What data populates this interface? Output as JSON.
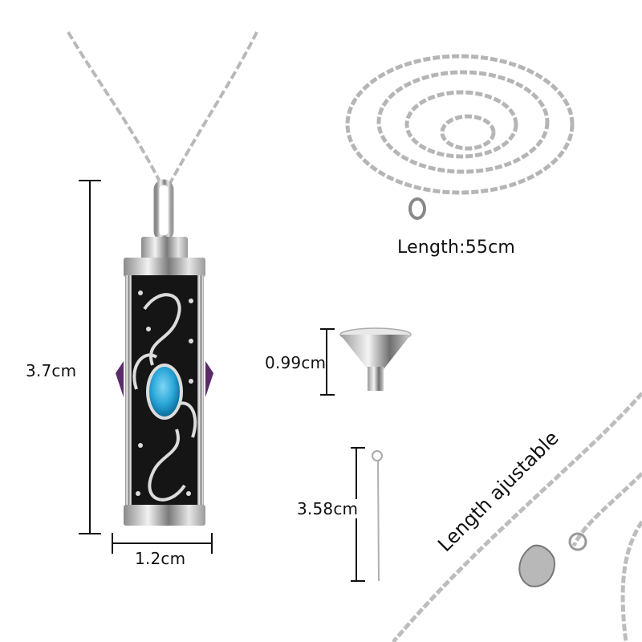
{
  "product": {
    "type": "cremation urn pendant necklace",
    "gem_color": "#2aa6d8",
    "metal_color": "#c9c9c9",
    "inlay_color": "#111111"
  },
  "labels": {
    "chain_length": {
      "prefix": "Length:",
      "value": "55cm"
    },
    "pendant_height": "3.7cm",
    "pendant_width": "1.2cm",
    "funnel_height": "0.99cm",
    "pin_length": "3.58cm",
    "adjustable_note": "Length ajustable"
  },
  "components": [
    {
      "name": "pendant",
      "dimension_labels": [
        "3.7cm",
        "1.2cm"
      ]
    },
    {
      "name": "coiled-chain",
      "dimension_labels": [
        "Length:55cm"
      ]
    },
    {
      "name": "funnel",
      "dimension_labels": [
        "0.99cm"
      ]
    },
    {
      "name": "fill-pin",
      "dimension_labels": [
        "3.58cm"
      ]
    },
    {
      "name": "extender-chain-with-clasp",
      "dimension_labels": [
        "Length ajustable"
      ]
    }
  ]
}
